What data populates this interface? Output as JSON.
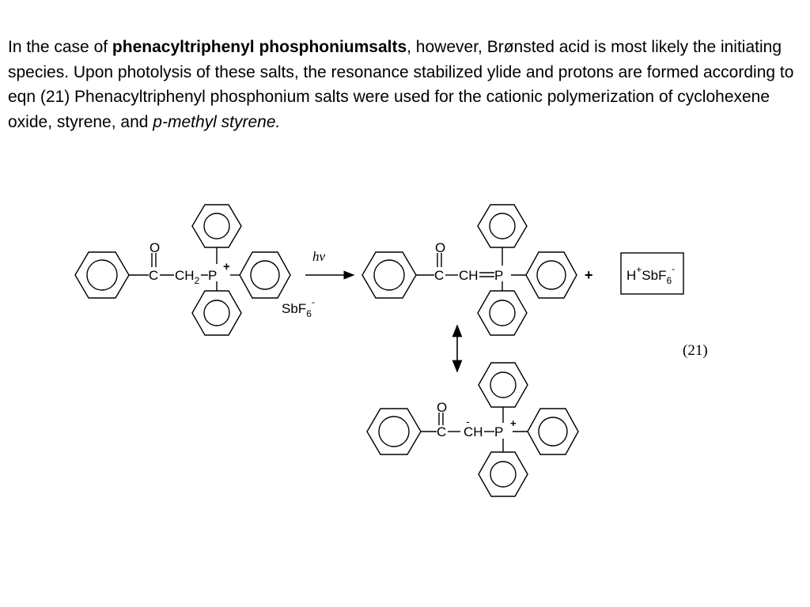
{
  "paragraph": {
    "intro": "In the case of ",
    "bold_term": "phenacyltriphenyl phosphoniumsalts",
    "body": ", however, Brønsted acid is most likely the initiating species. Upon photolysis of these salts, the resonance stabilized ylide and protons are formed according to eqn (21) Phenacyltriphenyl phosphonium salts were used for the cationic polymerization of cyclohexene oxide, styrene, and ",
    "italic_term": "p-methyl styrene."
  },
  "scheme": {
    "reactant": {
      "oxygen": "O",
      "carbon": "C",
      "ch2": "CH",
      "ch2_sub": "2",
      "phosphorus": "P",
      "charge": "+",
      "anion": "SbF",
      "anion_sub": "6",
      "anion_charge": "-"
    },
    "arrow_label": "hν",
    "ylide": {
      "oxygen": "O",
      "carbon": "C",
      "ch": "CH",
      "phosphorus": "P"
    },
    "plus": "+",
    "acid": {
      "h": "H",
      "h_charge": "+",
      "sbf": "SbF",
      "sub": "6",
      "charge": "-"
    },
    "eq_number": "(21)",
    "resonance": {
      "oxygen": "O",
      "carbon": "C",
      "ch": "CH",
      "ch_charge": "-",
      "phosphorus": "P",
      "p_charge": "+"
    }
  }
}
